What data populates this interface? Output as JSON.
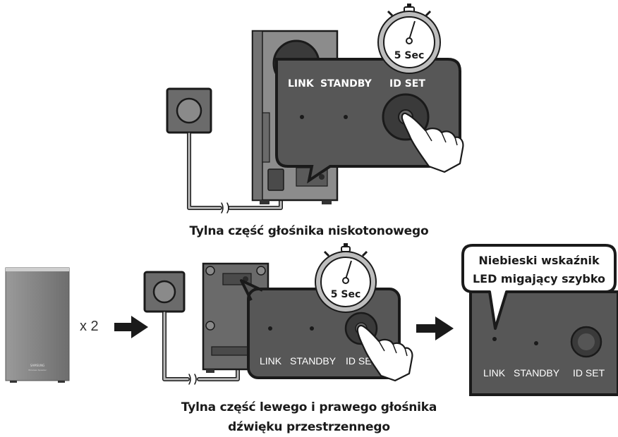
{
  "top_panel": {
    "labels": {
      "link": "LINK",
      "standby": "STANDBY",
      "id_set": "ID SET"
    },
    "timer_text": "5 Sec",
    "caption": "Tylna część głośnika niskotonowego"
  },
  "bottom": {
    "multiplier": "x 2",
    "speaker_brand": "SAMSUNG",
    "speaker_model": "Wireless Speaker",
    "timer_text": "5 Sec",
    "panel_labels": {
      "link": "LINK",
      "standby": "STANDBY",
      "id_set": "ID SET"
    },
    "caption_line1": "Tylna część lewego i prawego głośnika",
    "caption_line2": "dźwięku przestrzennego"
  },
  "result": {
    "callout_line1": "Niebieski wskaźnik",
    "callout_line2": "LED migający szybko",
    "labels": {
      "link": "LINK",
      "standby": "STANDBY",
      "id_set": "ID SET"
    }
  },
  "colors": {
    "panel": "#575757",
    "panel_border": "#1a1a1a",
    "cable": "#bdbdbd",
    "outlet": "#6b6b6b"
  }
}
